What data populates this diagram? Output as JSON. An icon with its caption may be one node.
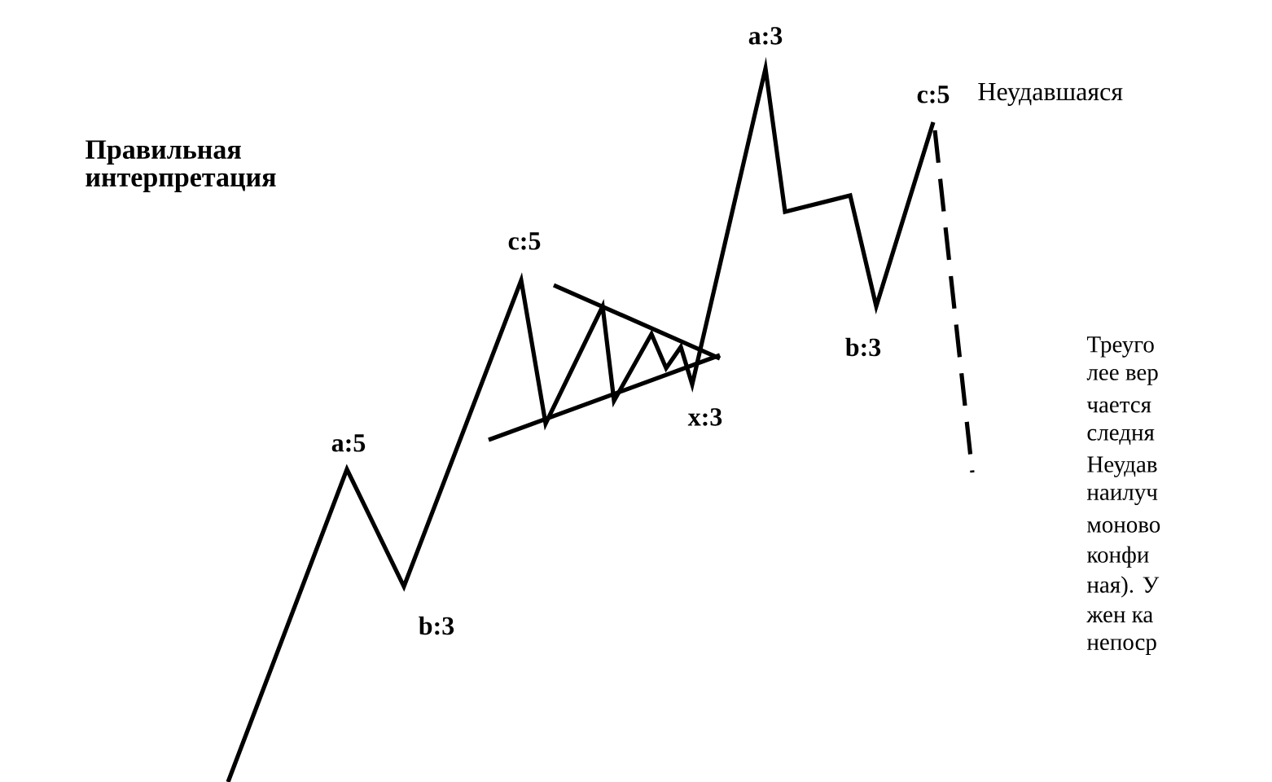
{
  "diagram": {
    "title": "Правильная интерпретация",
    "labels": [
      "a:3",
      "c:5",
      "Неудавшаяся",
      "c:5",
      "a:5",
      "b:3",
      "x:3",
      "b:3",
      "Треуго",
      "лее вер",
      "чается",
      "следня",
      "Неудав",
      "наилуч",
      "моново",
      "конфи",
      "ная). У",
      "жен ка",
      "непоср"
    ]
  }
}
